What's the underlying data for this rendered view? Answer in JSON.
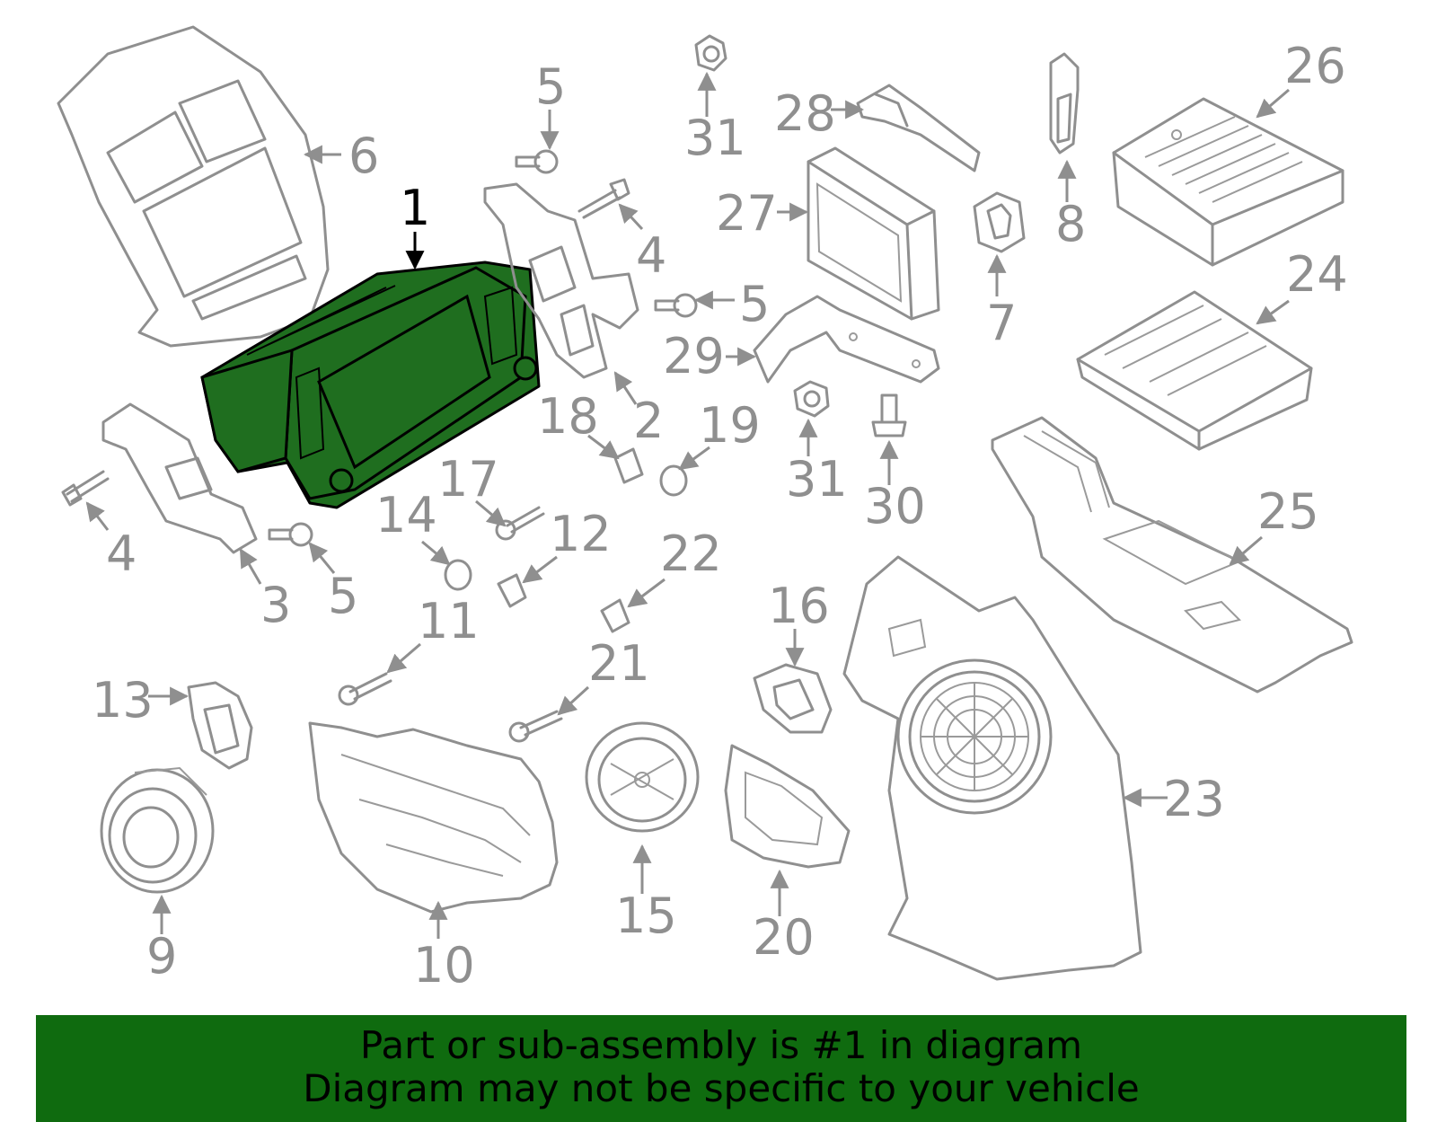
{
  "labels": {
    "p1": "1",
    "p2": "2",
    "p3": "3",
    "p4a": "4",
    "p4b": "4",
    "p5a": "5",
    "p5b": "5",
    "p5c": "5",
    "p6": "6",
    "p7": "7",
    "p8": "8",
    "p9": "9",
    "p10": "10",
    "p11": "11",
    "p12": "12",
    "p13": "13",
    "p14": "14",
    "p15": "15",
    "p16": "16",
    "p17": "17",
    "p18": "18",
    "p19": "19",
    "p20": "20",
    "p21": "21",
    "p22": "22",
    "p23": "23",
    "p24": "24",
    "p25": "25",
    "p26": "26",
    "p27": "27",
    "p28": "28",
    "p29": "29",
    "p30": "30",
    "p31a": "31",
    "p31b": "31"
  },
  "banner": {
    "line1": "Part or sub-assembly is #1 in diagram",
    "line2": "Diagram may not be specific to your vehicle"
  },
  "colors": {
    "highlight": "#1f6e1f",
    "banner": "#0f6b0f",
    "parts": "#8f8f8f"
  }
}
